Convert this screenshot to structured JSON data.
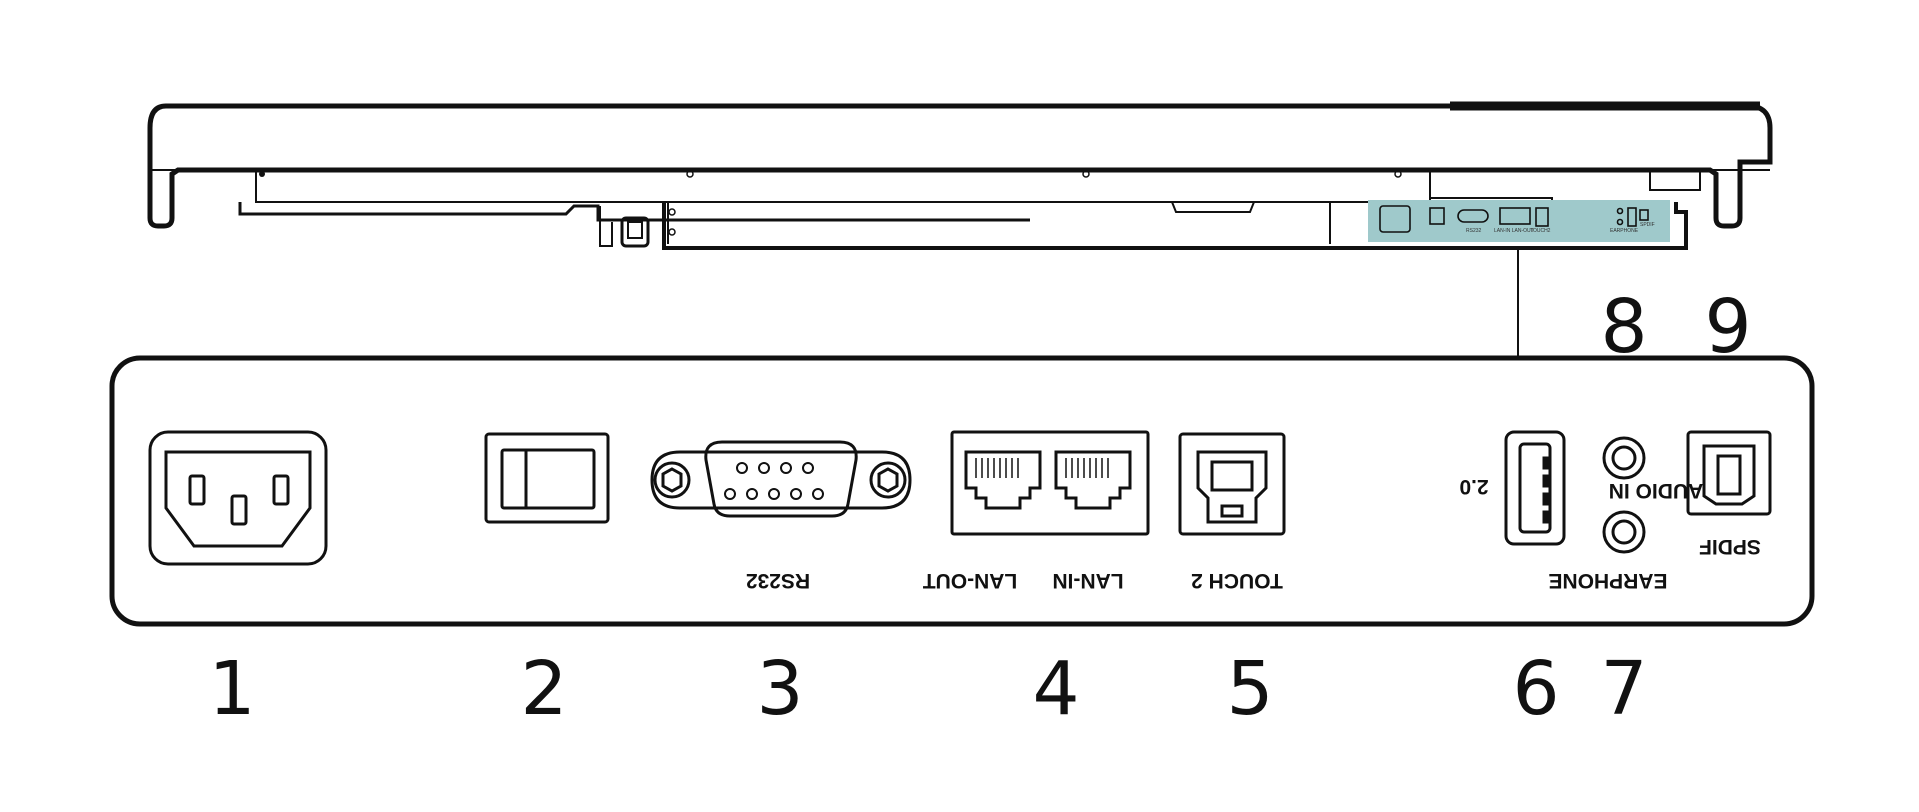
{
  "highlight_color": "#9fc9cb",
  "callouts": [
    {
      "num": "1"
    },
    {
      "num": "2"
    },
    {
      "num": "3"
    },
    {
      "num": "4"
    },
    {
      "num": "5"
    },
    {
      "num": "6"
    },
    {
      "num": "7"
    },
    {
      "num": "8"
    },
    {
      "num": "9"
    }
  ],
  "port_labels": {
    "rs232": "RS232",
    "lan_in": "LAN-IN",
    "lan_out": "LAN-OUT",
    "touch2": "TOUCH 2",
    "usb": "2.0",
    "audio_in": "AUDIO IN",
    "earphone": "EARPHONE",
    "spdif": "SPDIF"
  }
}
